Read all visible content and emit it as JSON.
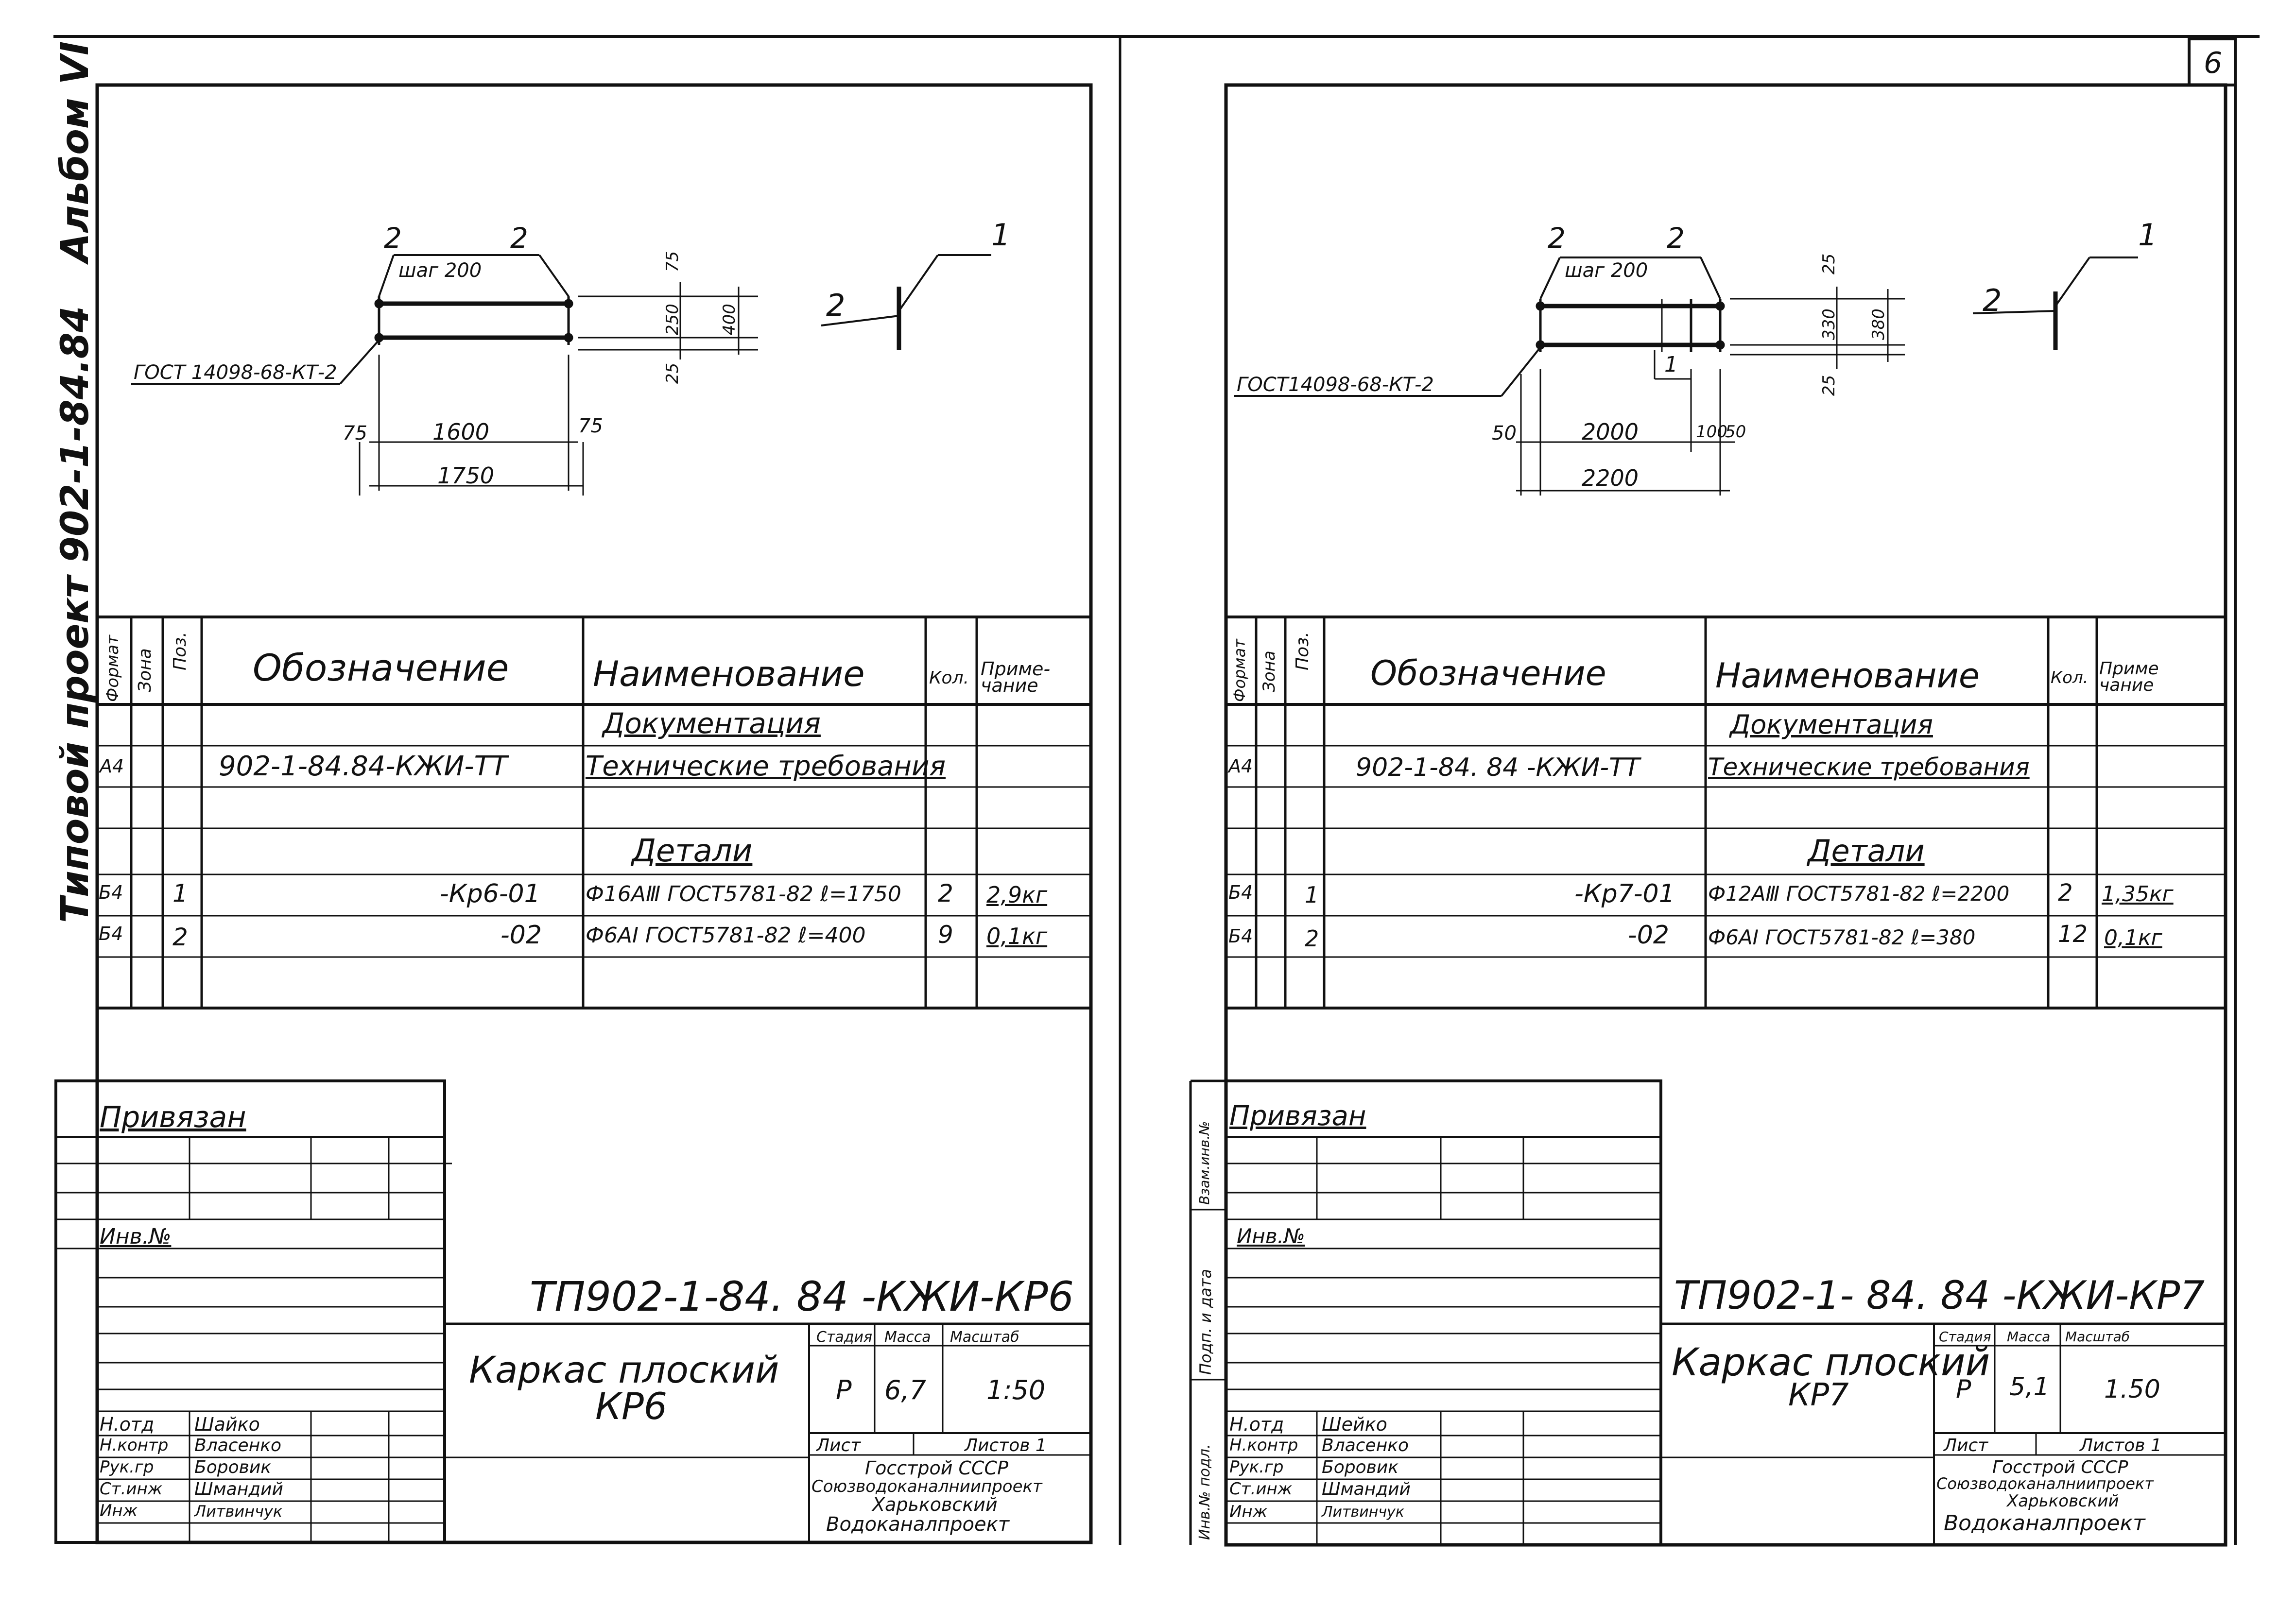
{
  "outer_margin": {
    "album": "Альбом VI",
    "project": "Типовой проект 902-1-84.84"
  },
  "page_number": "6",
  "sheets": [
    {
      "drawing": {
        "top_label_1": "2",
        "top_label_2": "2",
        "step": "шаг 200",
        "gost": "ГОСТ 14098-68-КТ-2",
        "dim_75_left": "75",
        "dim_main": "1600",
        "dim_75_right": "75",
        "dim_total": "1750",
        "dim_top": "75",
        "dim_mid": "250",
        "dim_bot": "25",
        "dim_height": "400",
        "side_label_1": "1",
        "side_label_2": "2"
      },
      "spec": {
        "headers": {
          "format": "Формат",
          "zone": "Зона",
          "pos": "Поз.",
          "designation": "Обозначение",
          "name": "Наименование",
          "qty": "Кол.",
          "note": "Приме-чание"
        },
        "section_docs": "Документация",
        "doc_row": {
          "format": "А4",
          "designation": "902-1-84.84-КЖИ-ТТ",
          "name": "Технические требования"
        },
        "section_parts": "Детали",
        "rows": [
          {
            "format": "Б4",
            "pos": "1",
            "designation": "-Кр6-01",
            "name": "Ф16АⅢ ГОСТ5781-82 ℓ=1750",
            "qty": "2",
            "note": "2,9кг"
          },
          {
            "format": "Б4",
            "pos": "2",
            "designation": "-02",
            "name": "Ф6АⅠ ГОСТ5781-82 ℓ=400",
            "qty": "9",
            "note": "0,1кг"
          }
        ]
      },
      "stamp": {
        "bound": "Привязан",
        "inv": "Инв.№",
        "code": "ТП902-1-84. 84 -КЖИ-КР6",
        "title": "Каркас плоский",
        "subtitle": "КР6",
        "stage_h": "Стадия",
        "mass_h": "Масса",
        "scale_h": "Масштаб",
        "stage": "Р",
        "mass": "6,7",
        "scale": "1:50",
        "sheet_h": "Лист",
        "sheets_h": "Листов 1",
        "org1": "Госстрой СССР",
        "org2": "Союзводоканалниипроект",
        "org3": "Харьковский",
        "org4": "Водоканалпроект",
        "people": [
          {
            "role": "Н.отд",
            "name": "Шайко"
          },
          {
            "role": "Н.контр",
            "name": "Власенко"
          },
          {
            "role": "Рук.гр",
            "name": "Боровик"
          },
          {
            "role": "Ст.инж",
            "name": "Шмандий"
          },
          {
            "role": "Инж",
            "name": "Литвинчук"
          }
        ]
      }
    },
    {
      "drawing": {
        "top_label_1": "2",
        "top_label_2": "2",
        "step": "шаг 200",
        "gost": "ГОСТ14098-68-КТ-2",
        "inner_label": "1",
        "dim_50_left": "50",
        "dim_main": "2000",
        "dim_small": "100",
        "dim_50_right": "50",
        "dim_total": "2200",
        "dim_top": "25",
        "dim_mid": "330",
        "dim_bot": "25",
        "dim_height": "380",
        "side_label_1": "1",
        "side_label_2": "2"
      },
      "spec": {
        "headers": {
          "format": "Формат",
          "zone": "Зона",
          "pos": "Поз.",
          "designation": "Обозначение",
          "name": "Наименование",
          "qty": "Кол.",
          "note": "Приме чание"
        },
        "section_docs": "Документация",
        "doc_row": {
          "format": "А4",
          "designation": "902-1-84. 84 -КЖИ-ТТ",
          "name": "Технические требования"
        },
        "section_parts": "Детали",
        "rows": [
          {
            "format": "Б4",
            "pos": "1",
            "designation": "-Кр7-01",
            "name": "Ф12АⅢ ГОСТ5781-82 ℓ=2200",
            "qty": "2",
            "note": "1,35кг"
          },
          {
            "format": "Б4",
            "pos": "2",
            "designation": "-02",
            "name": "Ф6АⅠ ГОСТ5781-82 ℓ=380",
            "qty": "12",
            "note": "0,1кг"
          }
        ]
      },
      "stamp": {
        "bound": "Привязан",
        "inv": "Инв.№",
        "code": "ТП902-1- 84. 84 -КЖИ-КР7",
        "title": "Каркас плоский",
        "subtitle": "КР7",
        "stage_h": "Стадия",
        "mass_h": "Масса",
        "scale_h": "Масштаб",
        "stage": "Р",
        "mass": "5,1",
        "scale": "1.50",
        "sheet_h": "Лист",
        "sheets_h": "Листов 1",
        "org1": "Госстрой СССР",
        "org2": "Союзводоканалниипроект",
        "org3": "Харьковский",
        "org4": "Водоканалпроект",
        "side_stamp": [
          "Взам.инв.№",
          "Подп. и дата",
          "Инв.№ подл."
        ],
        "people": [
          {
            "role": "Н.отд",
            "name": "Шейко"
          },
          {
            "role": "Н.контр",
            "name": "Власенко"
          },
          {
            "role": "Рук.гр",
            "name": "Боровик"
          },
          {
            "role": "Ст.инж",
            "name": "Шмандий"
          },
          {
            "role": "Инж",
            "name": "Литвинчук"
          }
        ]
      }
    }
  ]
}
